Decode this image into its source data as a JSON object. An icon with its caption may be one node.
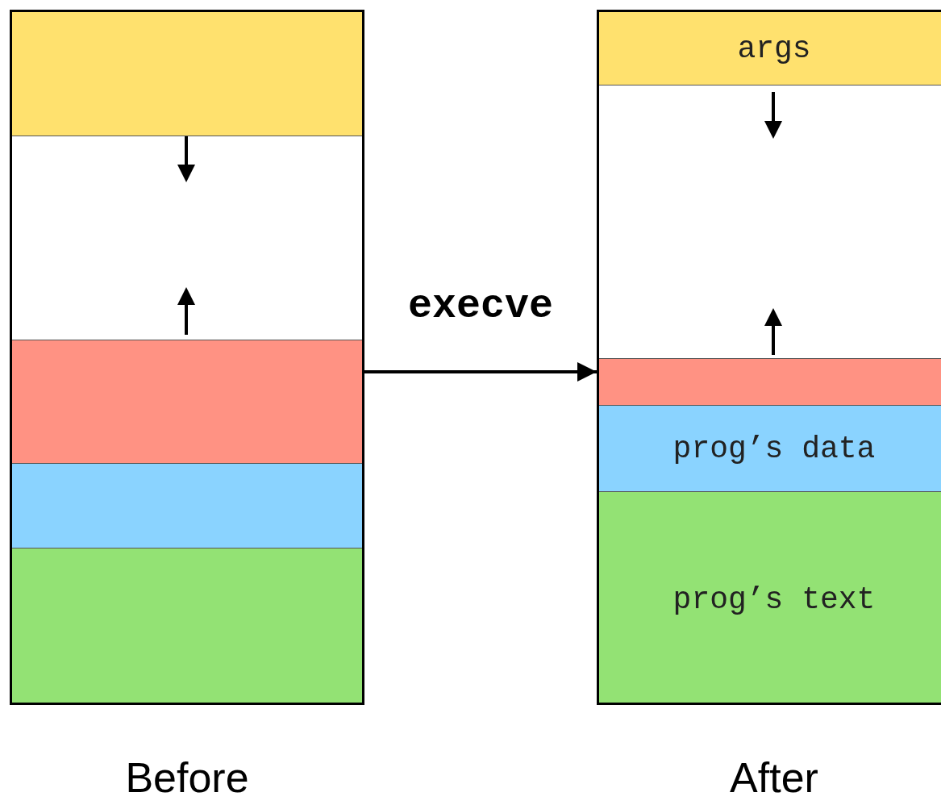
{
  "diagram": {
    "nodes": [
      {
        "text": [
          "Before"
        ]
      },
      {
        "text": [],
        "shape": "box",
        "in": 0
      },
      {
        "text": [],
        "shape": "box",
        "in": 0
      },
      {
        "text": [],
        "shape": "box",
        "in": 0
      },
      {
        "text": [],
        "shape": "box",
        "in": 0
      },
      {
        "text": [],
        "shape": "box",
        "in": 0
      },
      {
        "text": [
          "After"
        ]
      },
      {
        "text": [
          "args"
        ],
        "in": 6
      },
      {
        "text": [],
        "shape": "box",
        "in": 6
      },
      {
        "text": [],
        "shape": "box",
        "in": 6
      },
      {
        "text": [
          "prog’s data"
        ],
        "in": 6
      },
      {
        "text": [
          "prog’s text"
        ],
        "in": 6
      }
    ],
    "edges": [
      {
        "from": 0,
        "to": 6,
        "arrow": "to",
        "label": "execve"
      }
    ]
  }
}
